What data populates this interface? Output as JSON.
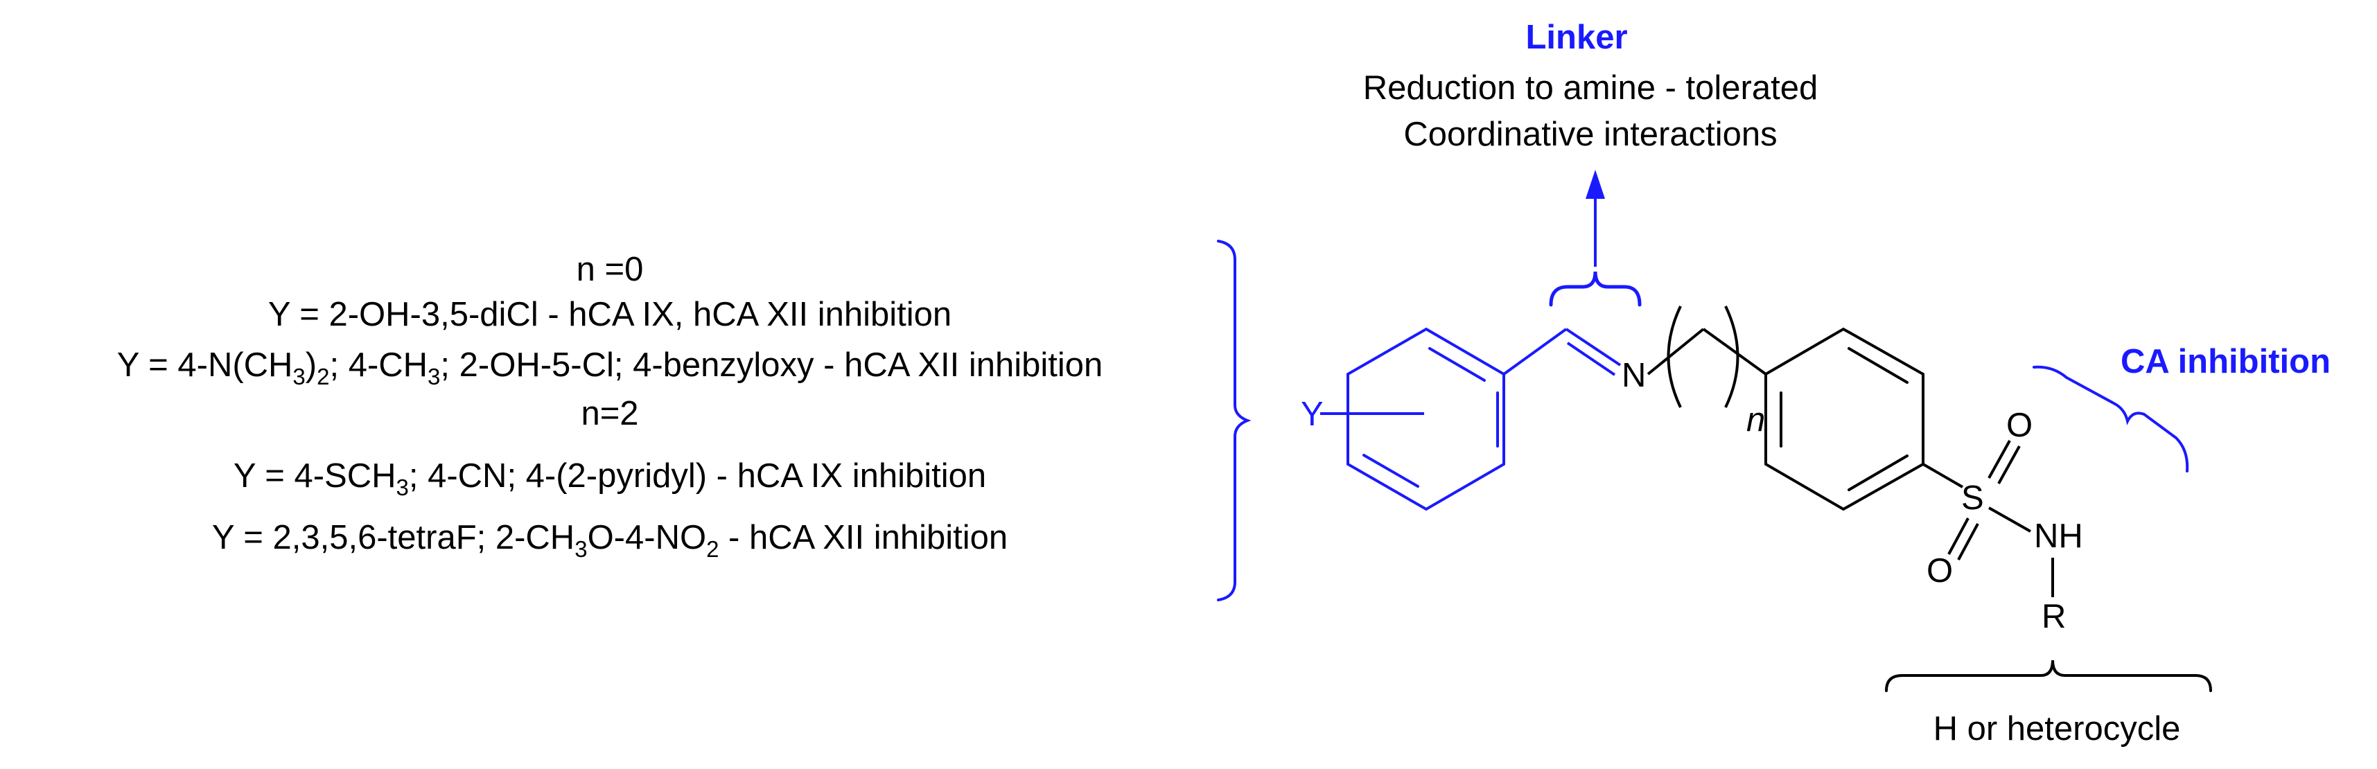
{
  "colors": {
    "accent": "#1a1aff",
    "text": "#000000",
    "background": "#ffffff"
  },
  "sar": {
    "n0_label": "n =0",
    "y1": {
      "prefix": "Y = 2-OH-3,5-diCl - hCA IX, hCA XII inhibition"
    },
    "y2": {
      "a": "Y = 4-N(CH",
      "sub1": "3",
      "b": ")",
      "sub2": "2",
      "c": "; 4-CH",
      "sub3": "3",
      "d": "; 2-OH-5-Cl; 4-benzyloxy - hCA XII inhibition"
    },
    "n2_label": "n=2",
    "y3": {
      "a": "Y = 4-SCH",
      "sub1": "3",
      "b": "; 4-CN; 4-(2-pyridyl) - hCA IX inhibition"
    },
    "y4": {
      "a": "Y = 2,3,5,6-tetraF; 2-CH",
      "sub1": "3",
      "b": "O-4-NO",
      "sub2": "2",
      "c": " - hCA XII inhibition"
    }
  },
  "linker": {
    "title": "Linker",
    "line1": "Reduction to amine - tolerated",
    "line2": "Coordinative interactions"
  },
  "ca": {
    "title": "CA inhibition"
  },
  "substituent": {
    "label": "H or heterocycle"
  },
  "atoms": {
    "y": "Y",
    "n": "N",
    "n_index": "n",
    "s": "S",
    "o_top": "O",
    "o_bottom": "O",
    "nh": "NH",
    "r": "R"
  }
}
